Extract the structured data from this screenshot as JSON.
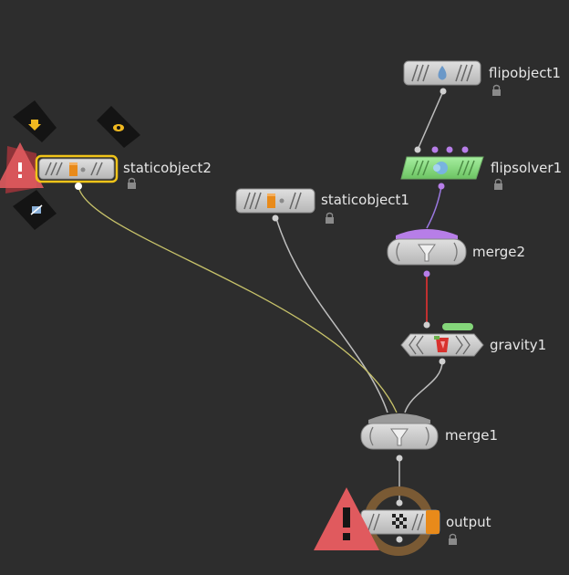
{
  "app": "Houdini DOP Network",
  "colors": {
    "background": "#2d2d2d",
    "node_body": "#cfcfcf",
    "solver_green": "#84d67a",
    "selected_outline": "#f0c419",
    "bypass_purple": "#b77ee8",
    "warning_red": "#e05a5e",
    "wire_grey": "#b8b8b8",
    "wire_yellow": "#c7c26a",
    "wire_red": "#c03030",
    "wire_purple": "#9a78e0",
    "orange_flag": "#e88a1a"
  },
  "nodes": {
    "flipobject1": {
      "label": "flipobject1",
      "icon": "water-drop-icon"
    },
    "flipsolver1": {
      "label": "flipsolver1",
      "icon": "fluid-icon"
    },
    "staticobject1": {
      "label": "staticobject1",
      "icon": "static-object-icon"
    },
    "staticobject2": {
      "label": "staticobject2",
      "icon": "static-object-icon"
    },
    "merge2": {
      "label": "merge2",
      "icon": "funnel-icon"
    },
    "gravity1": {
      "label": "gravity1",
      "icon": "gravity-icon"
    },
    "merge1": {
      "label": "merge1",
      "icon": "funnel-icon"
    },
    "output": {
      "label": "output",
      "icon": "checker-flag-icon"
    }
  },
  "radial_menu": {
    "items": [
      "down-arrow-icon",
      "visibility-icon",
      "warning-icon",
      "bypass-icon"
    ]
  }
}
